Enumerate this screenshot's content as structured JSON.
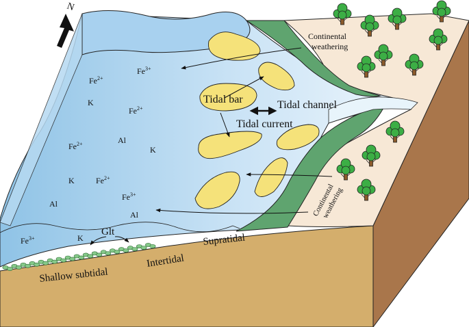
{
  "compass": {
    "label": "N"
  },
  "labels": {
    "continental_weathering_top_1": "Continental",
    "continental_weathering_top_2": "weathering",
    "continental_weathering_bottom_1": "Continental",
    "continental_weathering_bottom_2": "weathering",
    "tidal_bar": "Tidal bar",
    "tidal_channel": "Tidal channel",
    "tidal_current": "Tidal current",
    "glt": "Glt",
    "supratidal": "Supratidal",
    "intertidal": "Intertidal",
    "shallow_subtidal": "Shallow subtidal"
  },
  "ions": [
    {
      "base": "Fe",
      "sup": "3+"
    },
    {
      "base": "Fe",
      "sup": "2+"
    },
    {
      "base": "K",
      "sup": ""
    },
    {
      "base": "Fe",
      "sup": "2+"
    },
    {
      "base": "Al",
      "sup": ""
    },
    {
      "base": "Fe",
      "sup": "2+"
    },
    {
      "base": "K",
      "sup": ""
    },
    {
      "base": "K",
      "sup": ""
    },
    {
      "base": "Fe",
      "sup": "2+"
    },
    {
      "base": "Fe",
      "sup": "3+"
    },
    {
      "base": "Al",
      "sup": ""
    },
    {
      "base": "Al",
      "sup": ""
    },
    {
      "base": "Fe",
      "sup": "3+"
    },
    {
      "base": "K",
      "sup": ""
    }
  ],
  "colors": {
    "sea_light": "#e6f2fb",
    "sea_dark": "#9cc9e9",
    "tidal_bar": "#f5e27a",
    "supratidal_band": "#5fa46f",
    "land_top": "#f7e8d6",
    "sediment": "#d4ae6c",
    "cliff": "#a9764b",
    "glauconite": "#86c98a",
    "tree": "#3cae45",
    "trunk": "#8b5a2b"
  }
}
